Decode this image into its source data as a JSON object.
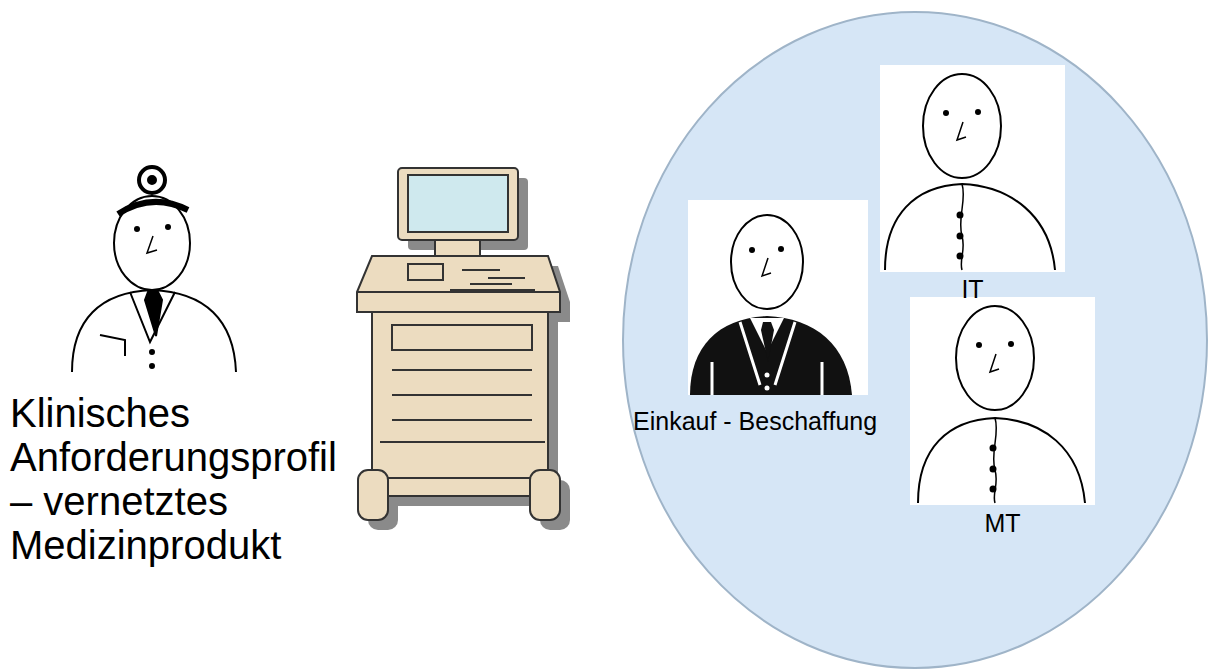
{
  "diagram": {
    "nodes": [
      {
        "text": [
          "Klinisches Anforderungsprofil – vernetztes Medizinprodukt"
        ]
      },
      {
        "text": [
          "Einkauf - Beschaffung"
        ]
      },
      {
        "text": [
          "IT"
        ]
      },
      {
        "text": [
          "MT"
        ]
      }
    ]
  }
}
